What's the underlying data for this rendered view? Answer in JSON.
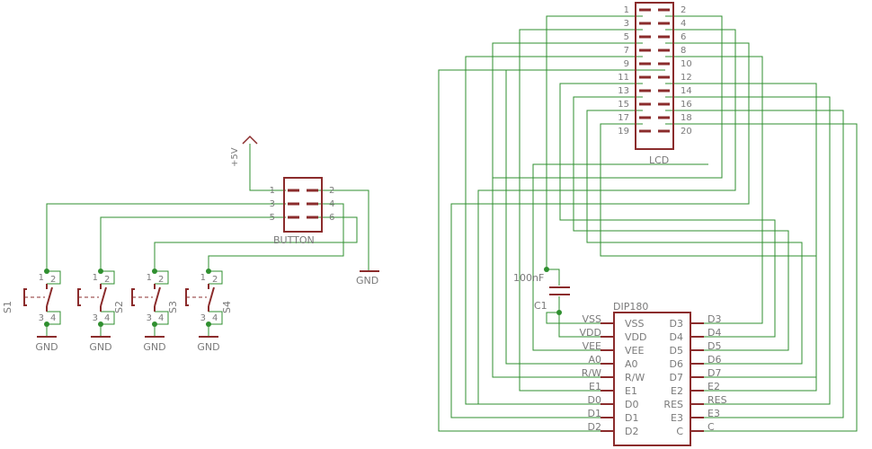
{
  "colors": {
    "wire": "#2f8f2f",
    "part": "#8b2c2c",
    "label": "#7a7a7a",
    "junction": "#2f8f2f",
    "background": "#ffffff"
  },
  "power": {
    "supply_label": "+5V",
    "ground_label": "GND"
  },
  "button_header": {
    "name": "BUTTON",
    "pins_left": [
      "1",
      "3",
      "5"
    ],
    "pins_right": [
      "2",
      "4",
      "6"
    ]
  },
  "lcd_header": {
    "name": "LCD",
    "pins_left": [
      "1",
      "3",
      "5",
      "7",
      "9",
      "11",
      "13",
      "15",
      "17",
      "19"
    ],
    "pins_right": [
      "2",
      "4",
      "6",
      "8",
      "10",
      "12",
      "14",
      "16",
      "18",
      "20"
    ]
  },
  "switches": [
    {
      "name": "S1",
      "pin_a": "1",
      "pin_b": "2",
      "pin_c": "3",
      "pin_d": "4",
      "ground": "GND"
    },
    {
      "name": "S2",
      "pin_a": "1",
      "pin_b": "2",
      "pin_c": "3",
      "pin_d": "4",
      "ground": "GND"
    },
    {
      "name": "S3",
      "pin_a": "1",
      "pin_b": "2",
      "pin_c": "3",
      "pin_d": "4",
      "ground": "GND"
    },
    {
      "name": "S4",
      "pin_a": "1",
      "pin_b": "2",
      "pin_c": "3",
      "pin_d": "4",
      "ground": "GND"
    }
  ],
  "capacitor": {
    "name": "C1",
    "value": "100nF"
  },
  "dip_connector": {
    "name": "DIP180",
    "left_pins": [
      "VSS",
      "VDD",
      "VEE",
      "A0",
      "R/W",
      "E1",
      "D0",
      "D1",
      "D2"
    ],
    "right_pins": [
      "D3",
      "D4",
      "D5",
      "D6",
      "D7",
      "E2",
      "RES",
      "E3",
      "C"
    ],
    "left_nets": [
      "VSS",
      "VDD",
      "VEE",
      "A0",
      "R/W",
      "E1",
      "D0",
      "D1",
      "D2"
    ],
    "right_nets": [
      "D3",
      "D4",
      "D5",
      "D6",
      "D7",
      "E2",
      "RES",
      "E3",
      "C"
    ]
  }
}
